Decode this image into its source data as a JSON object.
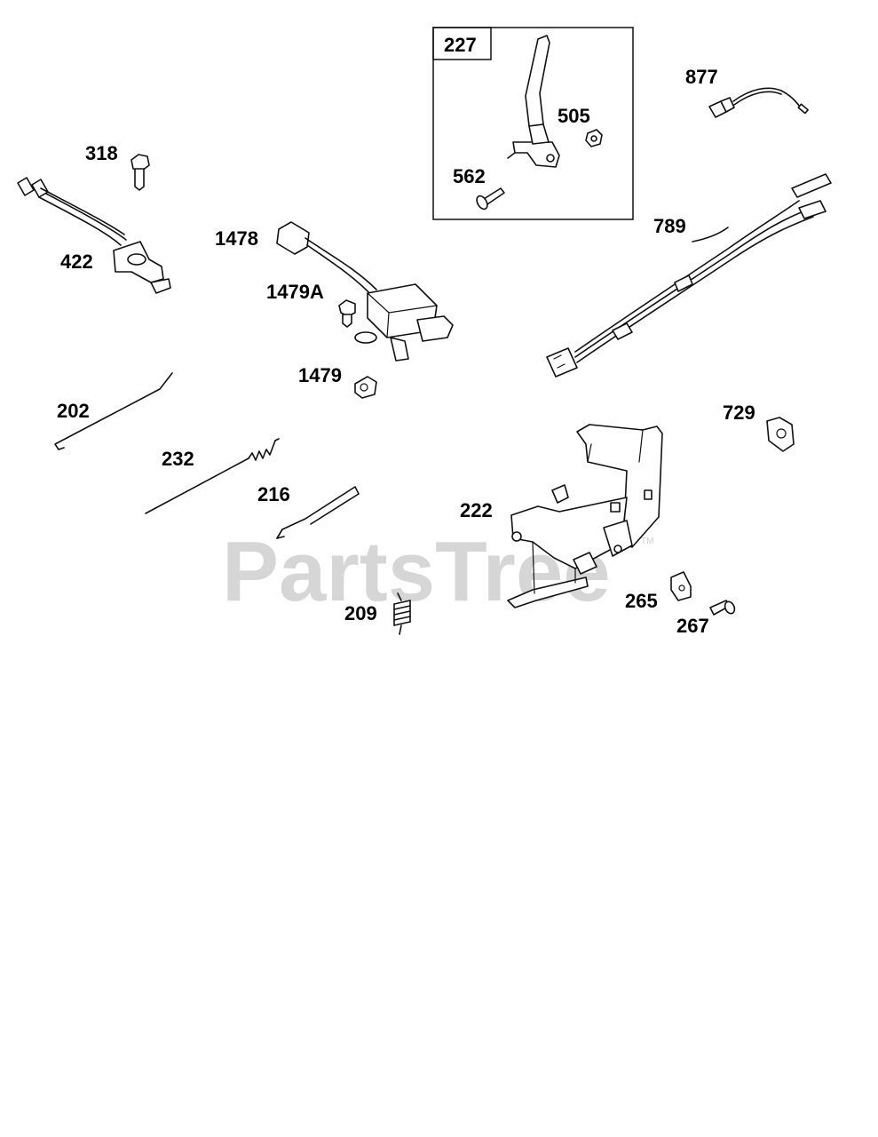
{
  "watermark": {
    "text": "PartsTree",
    "mark": "TM"
  },
  "callouts": {
    "c227": "227",
    "c505": "505",
    "c562": "562",
    "c877": "877",
    "c318": "318",
    "c422": "422",
    "c1478": "1478",
    "c1479a": "1479A",
    "c1479": "1479",
    "c789": "789",
    "c202": "202",
    "c232": "232",
    "c216": "216",
    "c222": "222",
    "c729": "729",
    "c209": "209",
    "c265": "265",
    "c267": "267"
  }
}
